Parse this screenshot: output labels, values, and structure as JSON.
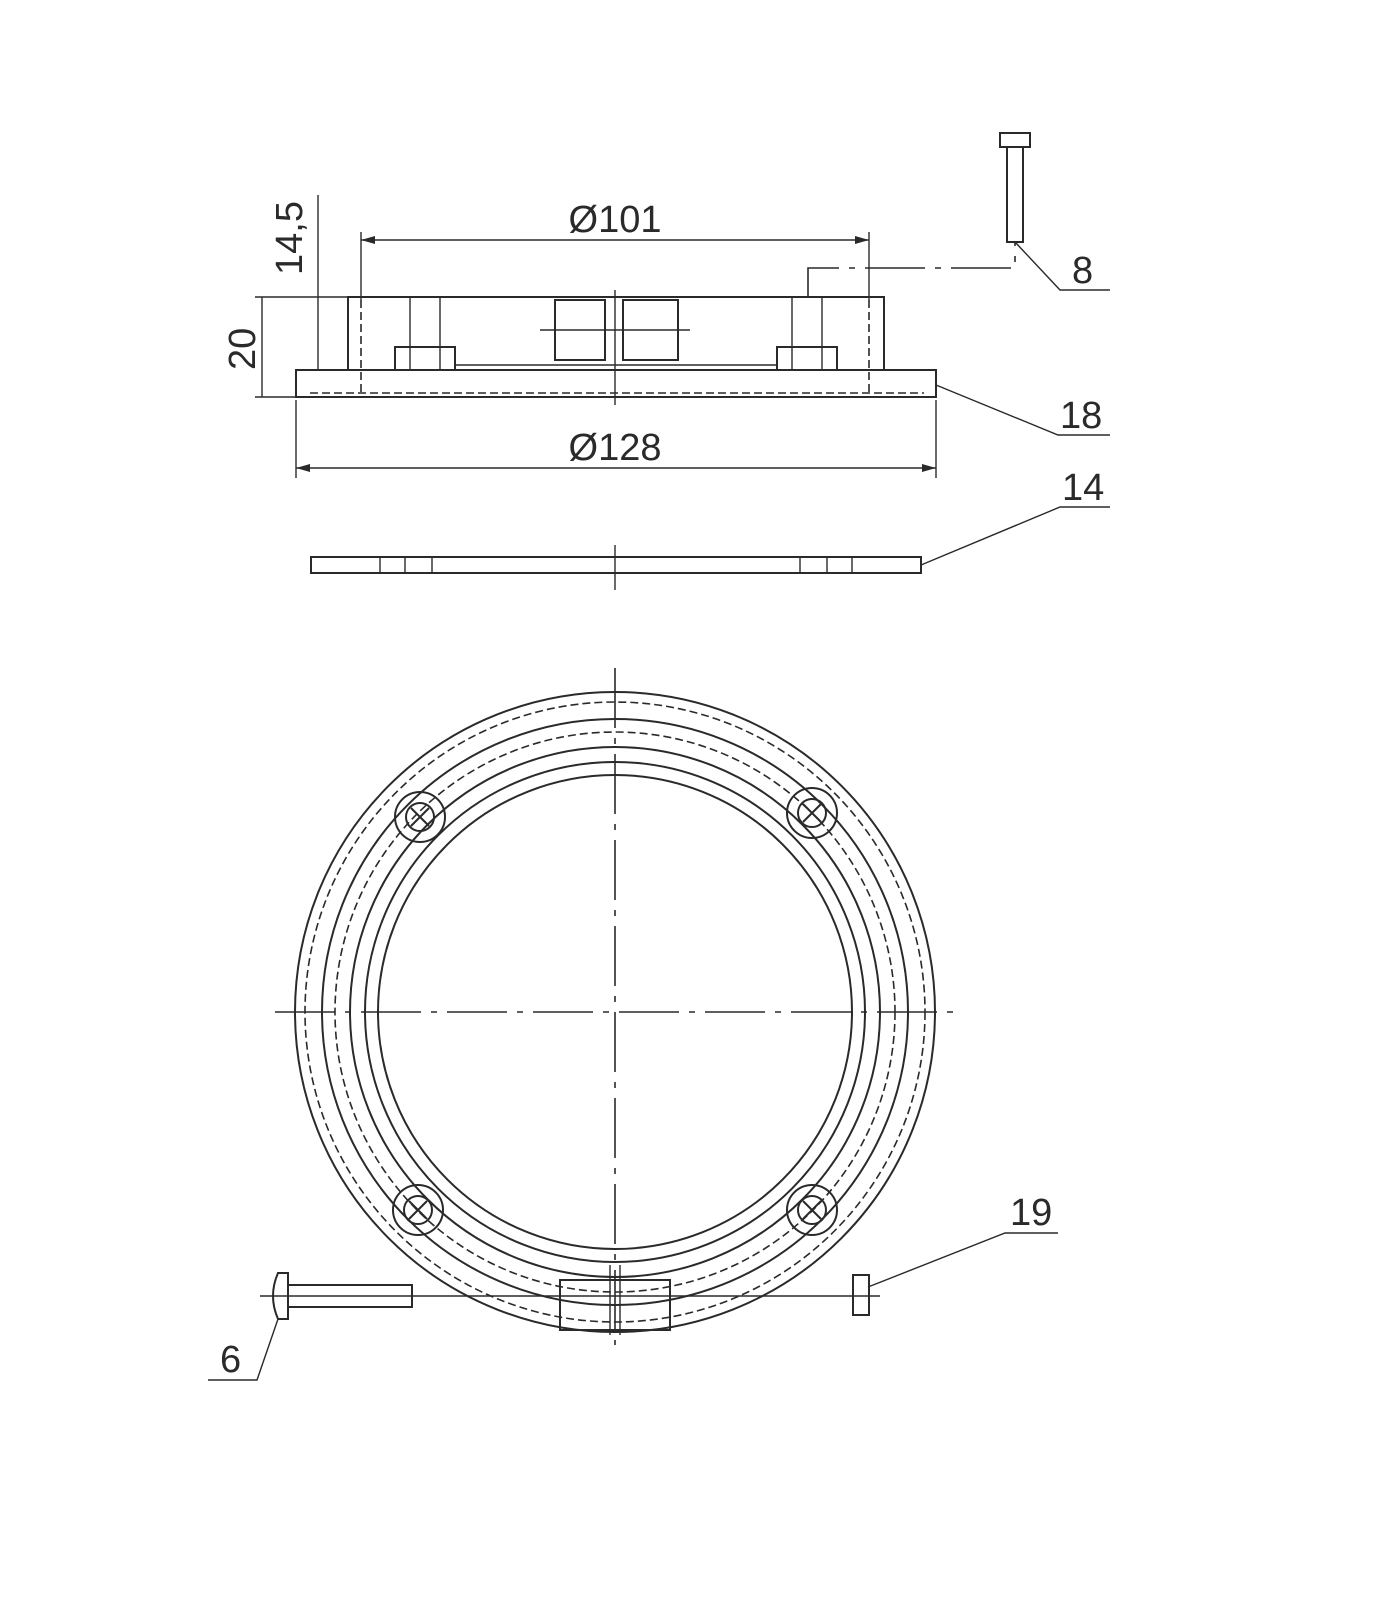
{
  "dimensions": {
    "height_top": "14,5",
    "height_total": "20",
    "inner_diameter": "Ø101",
    "outer_diameter": "Ø128"
  },
  "part_labels": {
    "screw": "8",
    "ring_body": "18",
    "gasket": "14",
    "nut": "19",
    "bolt": "6"
  },
  "colors": {
    "line": "#2a2a2a",
    "background": "#ffffff"
  }
}
